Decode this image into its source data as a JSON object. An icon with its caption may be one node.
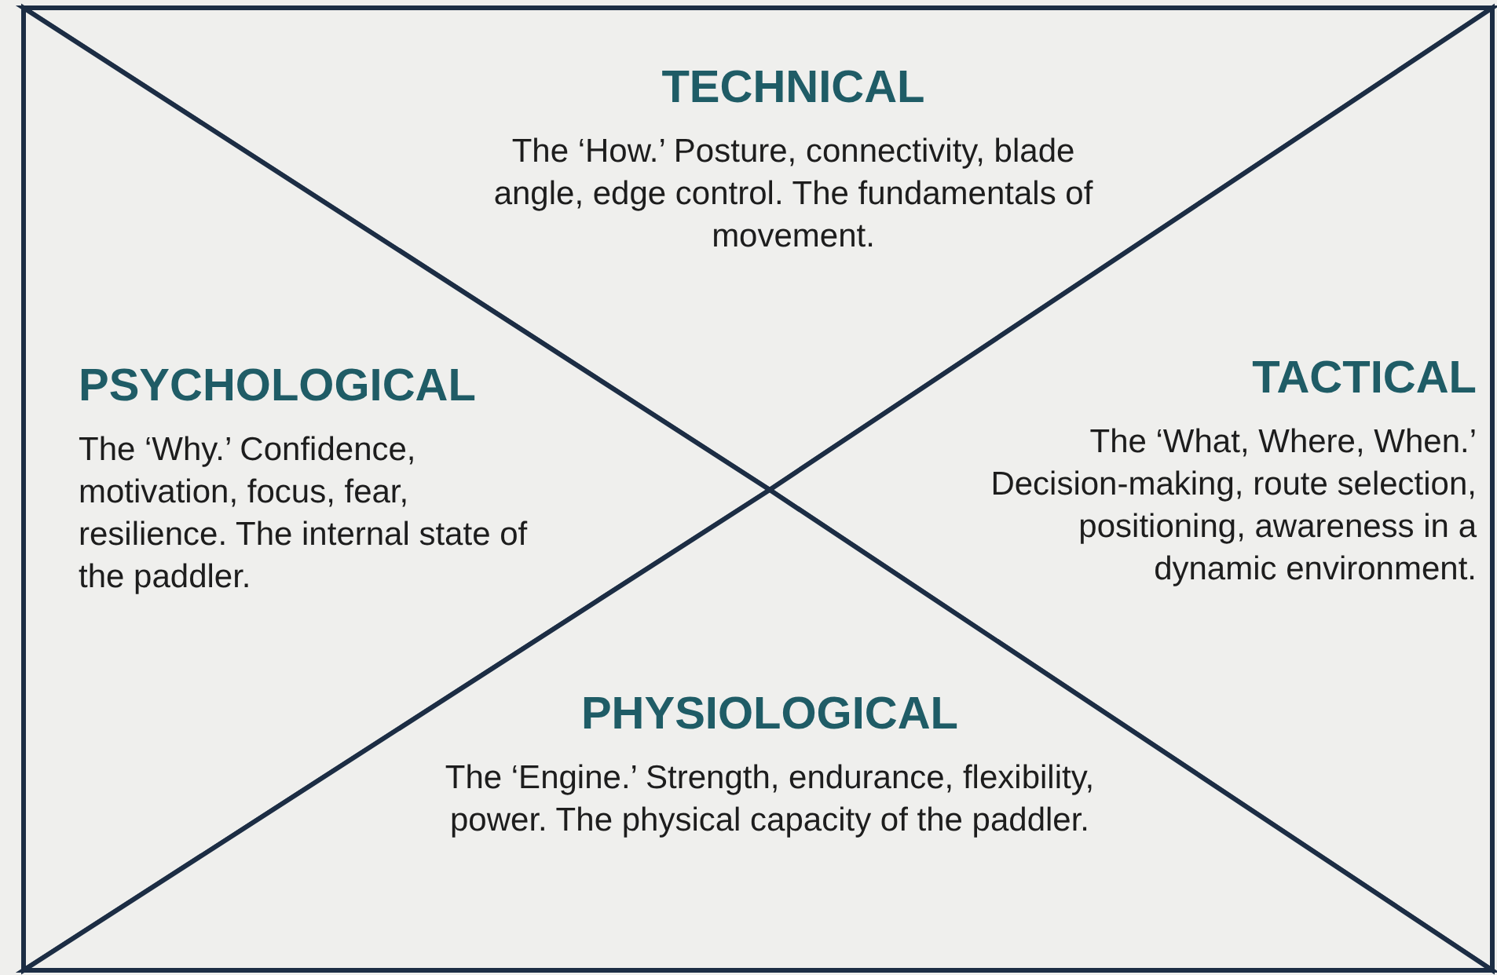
{
  "diagram": {
    "nodes": [
      {
        "text": [
          "TECHNICAL",
          "The ‘How.’ Posture, connectivity, blade angle, edge control. The fundamentals of movement."
        ]
      },
      {
        "text": [
          "PSYCHOLOGICAL",
          "The ‘Why.’ Confidence, motivation, focus, fear, resilience. The internal state of the paddler."
        ]
      },
      {
        "text": [
          "TACTICAL",
          "The ‘What, Where, When.’ Decision-making, route selection, positioning, awareness in a dynamic environment."
        ]
      },
      {
        "text": [
          "PHYSIOLOGICAL",
          "The ‘Engine.’ Strength, endurance, flexibility, power. The physical capacity of the paddler."
        ]
      }
    ]
  }
}
